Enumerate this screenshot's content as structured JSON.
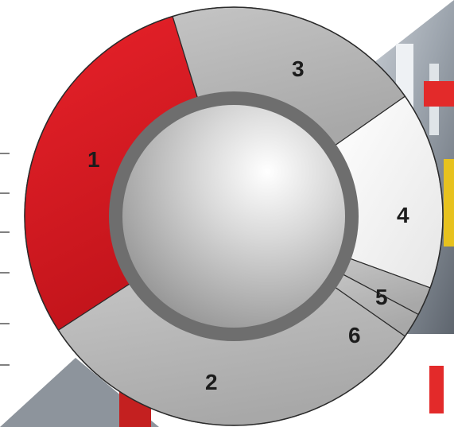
{
  "ring_segments": [
    {
      "id": "1",
      "label": "1",
      "color": "#e01e26",
      "state": "active"
    },
    {
      "id": "2",
      "label": "2",
      "color": "#b3b3b3",
      "state": "inactive"
    },
    {
      "id": "3",
      "label": "3",
      "color": "#b3b3b3",
      "state": "inactive"
    },
    {
      "id": "4",
      "label": "4",
      "color": "#f4f4f4",
      "state": "highlighted"
    },
    {
      "id": "5",
      "label": "5",
      "color": "#b3b3b3",
      "state": "inactive"
    },
    {
      "id": "6",
      "label": "6",
      "color": "#b3b3b3",
      "state": "inactive"
    }
  ],
  "colors": {
    "accent": "#e01e26",
    "ring_grey": "#b3b3b3",
    "inner_ring": "#6e6e6e",
    "outline": "#2b2b2b",
    "leader_lines": "#555555"
  },
  "center_knob": {
    "icon": "sphere-knob"
  },
  "leader_lines": {
    "count": 6
  },
  "background": {
    "icon": "industrial-pipes-photo"
  }
}
